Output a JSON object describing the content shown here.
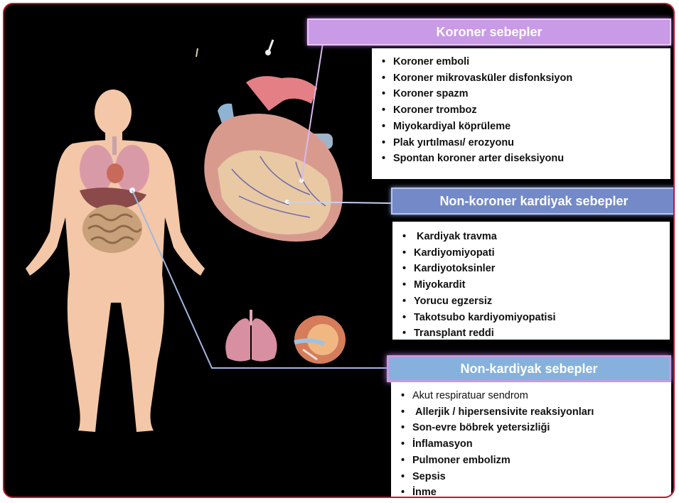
{
  "sections": {
    "coronary": {
      "title": "Koroner sebepler",
      "items": [
        "Koroner emboli",
        "Koroner mikrovasküler disfonksiyon",
        "Koroner spazm",
        "Koroner tromboz",
        "Miyokardiyal köprüleme",
        "Plak yırtılması/ erozyonu",
        "Spontan koroner arter diseksiyonu"
      ]
    },
    "non_coronary_cardiac": {
      "title": "Non-koroner kardiyak sebepler",
      "items": [
        "Kardiyak travma",
        "Kardiyomiyopati",
        "Kardiyotoksinler",
        "Miyokardit",
        "Yorucu egzersiz",
        "Takotsubo kardiyomiyopatisi",
        "Transplant reddi"
      ]
    },
    "non_cardiac": {
      "title": "Non-kardiyak sebepler",
      "items": [
        "Akut respiratuar sendrom",
        "Allerjik / hipersensivite reaksiyonları",
        "Son-evre böbrek yetersizliği",
        "İnflamasyon",
        "Pulmoner embolizm",
        "Sepsis",
        "İnme"
      ]
    }
  },
  "colors": {
    "background": "#000000",
    "frame_border": "#c0182a",
    "header_coronary": "#c99ae6",
    "header_non_coronary": "#7489c8",
    "header_non_cardiac": "#86b1dc",
    "body_skin": "#f2c6a6"
  }
}
